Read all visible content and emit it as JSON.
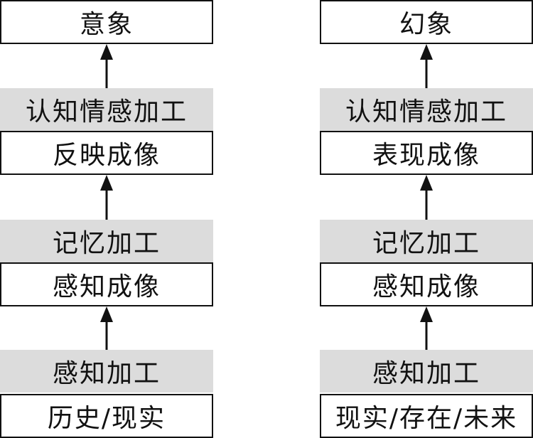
{
  "left": {
    "top": "意象",
    "band1": "认知情感加工",
    "box2": "反映成像",
    "band2": "记忆加工",
    "box3": "感知成像",
    "band3": "感知加工",
    "bottom": "历史/现实"
  },
  "right": {
    "top": "幻象",
    "band1": "认知情感加工",
    "box2": "表现成像",
    "band2": "记忆加工",
    "box3": "感知成像",
    "band3": "感知加工",
    "bottom": "现实/存在/未来"
  },
  "colors": {
    "band": "#dcdcdc",
    "border": "#111111"
  }
}
